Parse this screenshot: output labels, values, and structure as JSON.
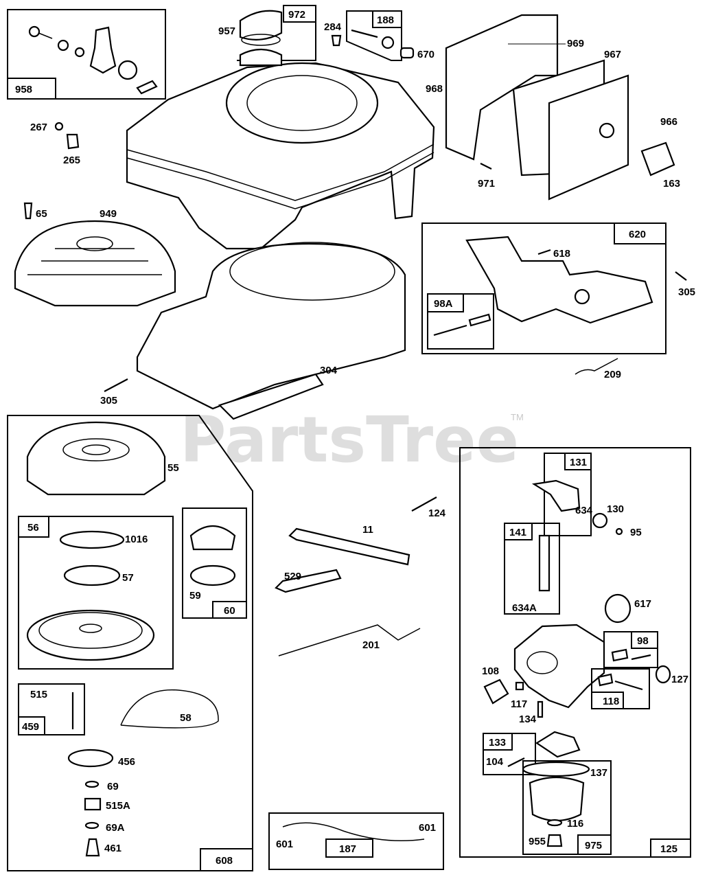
{
  "watermark": {
    "text": "PartsTree",
    "trademark": "TM"
  },
  "boxes": {
    "b958": "958",
    "b972": "972",
    "b188": "188",
    "b620": "620",
    "b98A": "98A",
    "b608": "608",
    "b56": "56",
    "b60": "60",
    "b459": "459",
    "b187": "187",
    "b125": "125",
    "b131": "131",
    "b141": "141",
    "b98": "98",
    "b118": "118",
    "b133": "133",
    "b975": "975"
  },
  "labels": {
    "l957": "957",
    "l284": "284",
    "l670": "670",
    "l969": "969",
    "l967": "967",
    "l968": "968",
    "l966": "966",
    "l163": "163",
    "l971": "971",
    "l267": "267",
    "l265": "265",
    "l65": "65",
    "l949": "949",
    "l618": "618",
    "l305a": "305",
    "l209": "209",
    "l304": "304",
    "l305b": "305",
    "l55": "55",
    "l1016": "1016",
    "l57": "57",
    "l59": "59",
    "l515": "515",
    "l58": "58",
    "l456": "456",
    "l69": "69",
    "l515A": "515A",
    "l69A": "69A",
    "l461": "461",
    "l124": "124",
    "l11": "11",
    "l529": "529",
    "l201": "201",
    "l601a": "601",
    "l601b": "601",
    "l634": "634",
    "l130": "130",
    "l95": "95",
    "l634A": "634A",
    "l617": "617",
    "l127": "127",
    "l108": "108",
    "l117": "117",
    "l134": "134",
    "l104": "104",
    "l137": "137",
    "l116": "116",
    "l955": "955"
  }
}
